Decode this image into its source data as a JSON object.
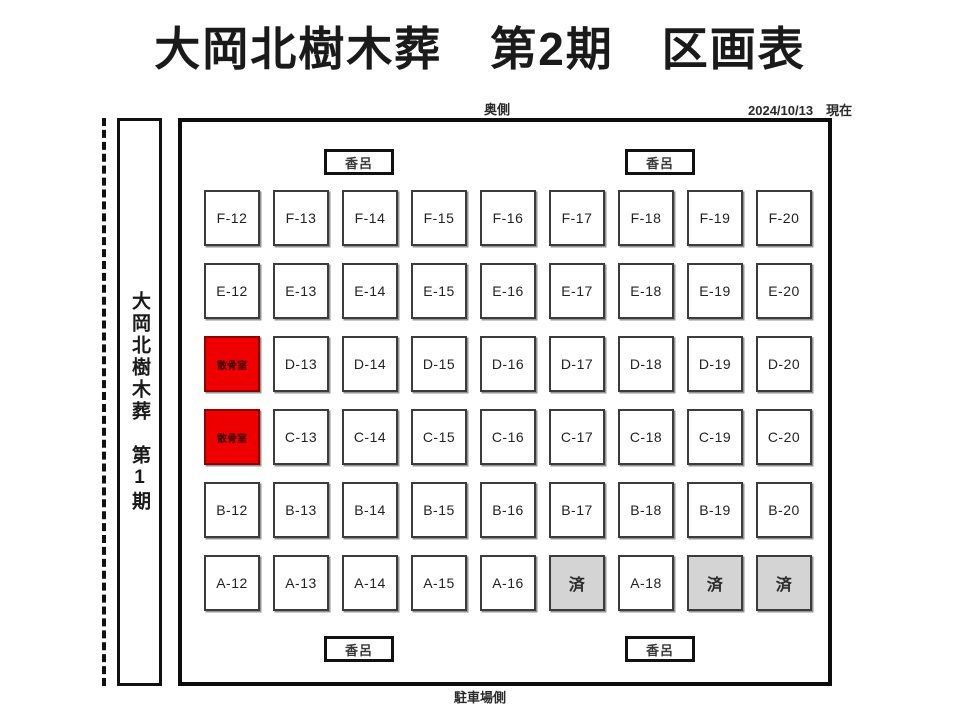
{
  "title": "大岡北樹木葬　第2期　区画表",
  "annotations": {
    "back_side": "奥側",
    "as_of": "2024/10/13　現在",
    "parking_side": "駐車場側"
  },
  "phase1_sidebar": {
    "label": "大岡北樹木葬　第1期"
  },
  "incense_boxes": [
    {
      "id": "incense-top-left",
      "label": "香呂"
    },
    {
      "id": "incense-top-right",
      "label": "香呂"
    },
    {
      "id": "incense-bot-left",
      "label": "香呂"
    },
    {
      "id": "incense-bot-right",
      "label": "香呂"
    }
  ],
  "legend_colors": {
    "available": "#ffffff",
    "sold": "#d4d4d4",
    "ossuary": "#ee0000"
  },
  "grid": {
    "columns": [
      "12",
      "13",
      "14",
      "15",
      "16",
      "17",
      "18",
      "19",
      "20"
    ],
    "rows": [
      "F",
      "E",
      "D",
      "C",
      "B",
      "A"
    ],
    "cells": [
      [
        {
          "label": "F-12",
          "status": "available"
        },
        {
          "label": "F-13",
          "status": "available"
        },
        {
          "label": "F-14",
          "status": "available"
        },
        {
          "label": "F-15",
          "status": "available"
        },
        {
          "label": "F-16",
          "status": "available"
        },
        {
          "label": "F-17",
          "status": "available"
        },
        {
          "label": "F-18",
          "status": "available"
        },
        {
          "label": "F-19",
          "status": "available"
        },
        {
          "label": "F-20",
          "status": "available"
        }
      ],
      [
        {
          "label": "E-12",
          "status": "available"
        },
        {
          "label": "E-13",
          "status": "available"
        },
        {
          "label": "E-14",
          "status": "available"
        },
        {
          "label": "E-15",
          "status": "available"
        },
        {
          "label": "E-16",
          "status": "available"
        },
        {
          "label": "E-17",
          "status": "available"
        },
        {
          "label": "E-18",
          "status": "available"
        },
        {
          "label": "E-19",
          "status": "available"
        },
        {
          "label": "E-20",
          "status": "available"
        }
      ],
      [
        {
          "label": "散骨室",
          "status": "ossuary"
        },
        {
          "label": "D-13",
          "status": "available"
        },
        {
          "label": "D-14",
          "status": "available"
        },
        {
          "label": "D-15",
          "status": "available"
        },
        {
          "label": "D-16",
          "status": "available"
        },
        {
          "label": "D-17",
          "status": "available"
        },
        {
          "label": "D-18",
          "status": "available"
        },
        {
          "label": "D-19",
          "status": "available"
        },
        {
          "label": "D-20",
          "status": "available"
        }
      ],
      [
        {
          "label": "散骨室",
          "status": "ossuary"
        },
        {
          "label": "C-13",
          "status": "available"
        },
        {
          "label": "C-14",
          "status": "available"
        },
        {
          "label": "C-15",
          "status": "available"
        },
        {
          "label": "C-16",
          "status": "available"
        },
        {
          "label": "C-17",
          "status": "available"
        },
        {
          "label": "C-18",
          "status": "available"
        },
        {
          "label": "C-19",
          "status": "available"
        },
        {
          "label": "C-20",
          "status": "available"
        }
      ],
      [
        {
          "label": "B-12",
          "status": "available"
        },
        {
          "label": "B-13",
          "status": "available"
        },
        {
          "label": "B-14",
          "status": "available"
        },
        {
          "label": "B-15",
          "status": "available"
        },
        {
          "label": "B-16",
          "status": "available"
        },
        {
          "label": "B-17",
          "status": "available"
        },
        {
          "label": "B-18",
          "status": "available"
        },
        {
          "label": "B-19",
          "status": "available"
        },
        {
          "label": "B-20",
          "status": "available"
        }
      ],
      [
        {
          "label": "A-12",
          "status": "available"
        },
        {
          "label": "A-13",
          "status": "available"
        },
        {
          "label": "A-14",
          "status": "available"
        },
        {
          "label": "A-15",
          "status": "available"
        },
        {
          "label": "A-16",
          "status": "available"
        },
        {
          "label": "済",
          "status": "sold"
        },
        {
          "label": "A-18",
          "status": "available"
        },
        {
          "label": "済",
          "status": "sold"
        },
        {
          "label": "済",
          "status": "sold"
        }
      ]
    ]
  }
}
